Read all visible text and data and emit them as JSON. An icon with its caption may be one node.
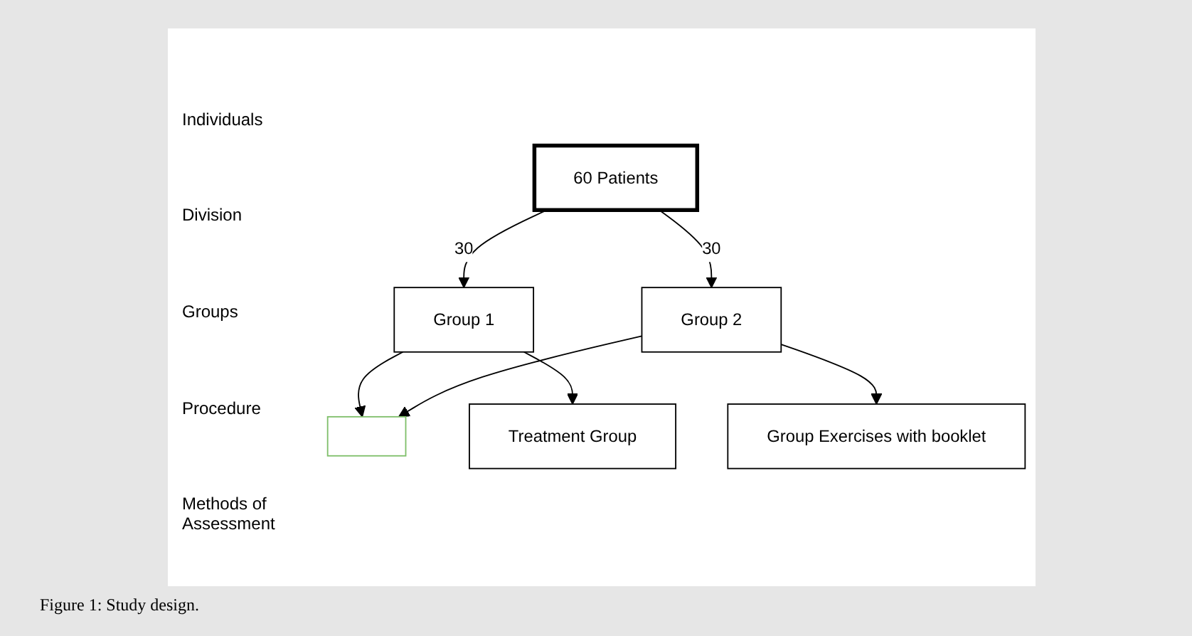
{
  "diagram": {
    "caption": "Figure 1: Study design.",
    "nodes": [
      {
        "text": [
          "60 Patients"
        ]
      },
      {
        "text": [
          "Group 1"
        ]
      },
      {
        "text": [
          "Group 2"
        ]
      },
      {
        "text": [],
        "shape": "box"
      },
      {
        "text": [
          "Group Exercises with booklet"
        ]
      },
      {
        "text": [
          "Treatment Group"
        ]
      }
    ],
    "edges": [
      {
        "from": 0,
        "to": 1,
        "arrow": "to",
        "label": "30"
      },
      {
        "from": 0,
        "to": 2,
        "arrow": "to",
        "label": "30"
      },
      {
        "from": 1,
        "to": 3,
        "arrow": "to"
      },
      {
        "from": 2,
        "to": 3,
        "arrow": "to"
      },
      {
        "from": 2,
        "to": 4,
        "arrow": "to"
      },
      {
        "from": 1,
        "to": 5,
        "arrow": "to"
      }
    ],
    "labels": [
      "Individuals",
      "Division",
      "Groups",
      "Procedure",
      "Methods of Assessment"
    ]
  }
}
